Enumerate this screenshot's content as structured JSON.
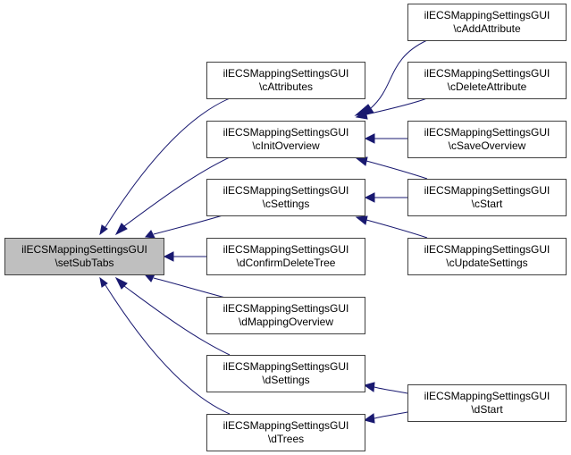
{
  "diagram": {
    "type": "call-graph",
    "colors": {
      "edge": "#191970",
      "node_border": "#404040",
      "focus_node_fill": "#bfbfbf",
      "node_fill": "#ffffff"
    },
    "nodes": [
      {
        "id": "setSubTabs",
        "line1": "ilECSMappingSettingsGUI",
        "line2": "\\setSubTabs",
        "focus": true
      },
      {
        "id": "cAttributes",
        "line1": "ilECSMappingSettingsGUI",
        "line2": "\\cAttributes"
      },
      {
        "id": "cInitOverview",
        "line1": "ilECSMappingSettingsGUI",
        "line2": "\\cInitOverview"
      },
      {
        "id": "cSettings",
        "line1": "ilECSMappingSettingsGUI",
        "line2": "\\cSettings"
      },
      {
        "id": "dConfirmDeleteTree",
        "line1": "ilECSMappingSettingsGUI",
        "line2": "\\dConfirmDeleteTree"
      },
      {
        "id": "dMappingOverview",
        "line1": "ilECSMappingSettingsGUI",
        "line2": "\\dMappingOverview"
      },
      {
        "id": "dSettings",
        "line1": "ilECSMappingSettingsGUI",
        "line2": "\\dSettings"
      },
      {
        "id": "dTrees",
        "line1": "ilECSMappingSettingsGUI",
        "line2": "\\dTrees"
      },
      {
        "id": "cAddAttribute",
        "line1": "ilECSMappingSettingsGUI",
        "line2": "\\cAddAttribute"
      },
      {
        "id": "cDeleteAttribute",
        "line1": "ilECSMappingSettingsGUI",
        "line2": "\\cDeleteAttribute"
      },
      {
        "id": "cSaveOverview",
        "line1": "ilECSMappingSettingsGUI",
        "line2": "\\cSaveOverview"
      },
      {
        "id": "cStart",
        "line1": "ilECSMappingSettingsGUI",
        "line2": "\\cStart"
      },
      {
        "id": "cUpdateSettings",
        "line1": "ilECSMappingSettingsGUI",
        "line2": "\\cUpdateSettings"
      },
      {
        "id": "dStart",
        "line1": "ilECSMappingSettingsGUI",
        "line2": "\\dStart"
      }
    ],
    "edges": [
      {
        "from": "cAttributes",
        "to": "setSubTabs"
      },
      {
        "from": "cInitOverview",
        "to": "setSubTabs"
      },
      {
        "from": "cSettings",
        "to": "setSubTabs"
      },
      {
        "from": "dConfirmDeleteTree",
        "to": "setSubTabs"
      },
      {
        "from": "dMappingOverview",
        "to": "setSubTabs"
      },
      {
        "from": "dSettings",
        "to": "setSubTabs"
      },
      {
        "from": "dTrees",
        "to": "setSubTabs"
      },
      {
        "from": "cAddAttribute",
        "to": "cInitOverview"
      },
      {
        "from": "cDeleteAttribute",
        "to": "cInitOverview"
      },
      {
        "from": "cSaveOverview",
        "to": "cInitOverview"
      },
      {
        "from": "cStart",
        "to": "cInitOverview"
      },
      {
        "from": "cStart",
        "to": "cSettings"
      },
      {
        "from": "cUpdateSettings",
        "to": "cSettings"
      },
      {
        "from": "dStart",
        "to": "dSettings"
      },
      {
        "from": "dStart",
        "to": "dTrees"
      }
    ]
  }
}
